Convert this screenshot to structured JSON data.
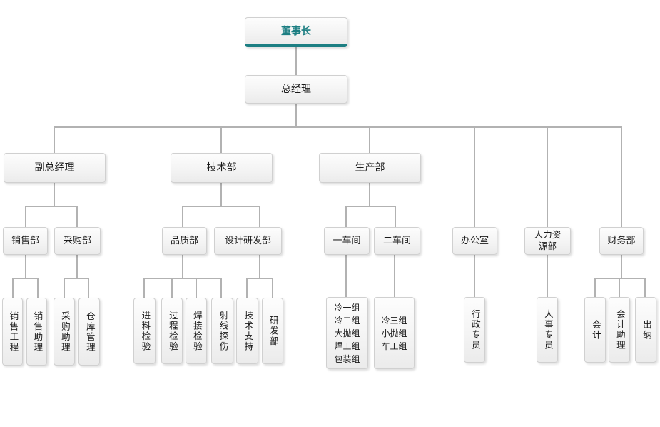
{
  "chart": {
    "type": "org-chart",
    "colors": {
      "accent_teal": "#1c7e82",
      "connector_gray": "#b2b2b2",
      "node_border": "#d0d0d0",
      "node_bg_top": "#fdfdfd",
      "node_bg_bottom": "#ebebeb"
    },
    "nodes": {
      "chairman": {
        "label": "董事长"
      },
      "general_manager": {
        "label": "总经理"
      },
      "deputy_gm": {
        "label": "副总经理"
      },
      "tech_dept": {
        "label": "技术部"
      },
      "production_dept": {
        "label": "生产部"
      },
      "office": {
        "label": "办公室"
      },
      "hr_dept": {
        "label": "人力资源部"
      },
      "finance_dept": {
        "label": "财务部"
      },
      "sales_dept": {
        "label": "销售部"
      },
      "purchasing_dept": {
        "label": "采购部"
      },
      "quality_dept": {
        "label": "品质部"
      },
      "design_rd_dept": {
        "label": "设计研发部"
      },
      "workshop1": {
        "label": "一车间"
      },
      "workshop2": {
        "label": "二车间"
      },
      "sales_engineering": {
        "label": "销售工程"
      },
      "sales_assistant": {
        "label": "销售助理"
      },
      "purchasing_assistant": {
        "label": "采购助理"
      },
      "warehouse_management": {
        "label": "仓库管理"
      },
      "incoming_inspection": {
        "label": "进料检验"
      },
      "process_inspection": {
        "label": "过程检验"
      },
      "welding_inspection": {
        "label": "焊接检验"
      },
      "radiographic_testing": {
        "label": "射线探伤"
      },
      "tech_support": {
        "label": "技术支持"
      },
      "rd_dept": {
        "label": "研发部"
      },
      "workshop1_groups": {
        "label": "冷一组\n冷二组\n大抛组\n焊工组\n包装组"
      },
      "workshop2_groups": {
        "label": "冷三组\n小抛组\n车工组"
      },
      "admin_specialist": {
        "label": "行政专员"
      },
      "personnel_specialist": {
        "label": "人事专员"
      },
      "accountant": {
        "label": "会计"
      },
      "accounting_assistant": {
        "label": "会计助理"
      },
      "cashier": {
        "label": "出纳"
      }
    }
  }
}
